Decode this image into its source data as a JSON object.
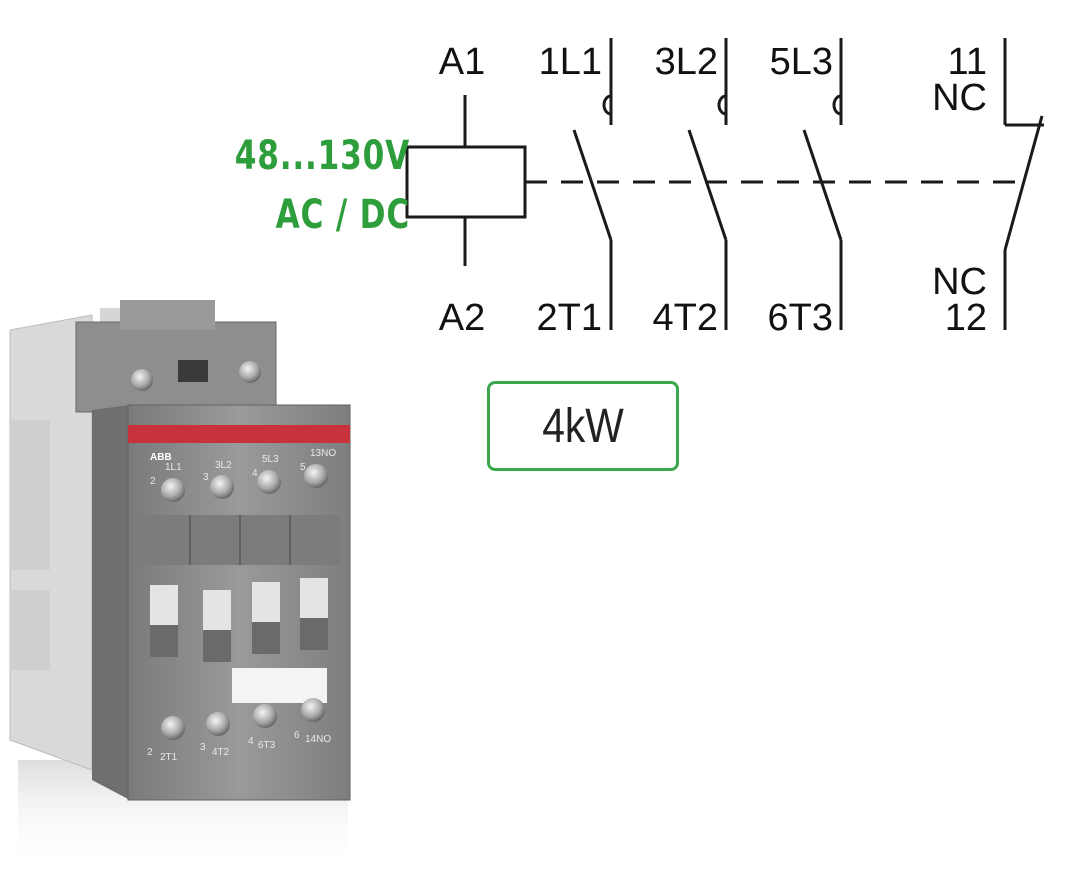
{
  "coil": {
    "top": "A1",
    "bottom": "A2"
  },
  "main_contacts": [
    {
      "top": "1L1",
      "bottom": "2T1"
    },
    {
      "top": "3L2",
      "bottom": "4T2"
    },
    {
      "top": "5L3",
      "bottom": "6T3"
    }
  ],
  "aux_contact": {
    "top_num": "11",
    "top_type": "NC",
    "bottom_type": "NC",
    "bottom_num": "12"
  },
  "rating": {
    "voltage": "48...130V",
    "type": "AC / DC"
  },
  "power": "4kW",
  "device": {
    "brand": "ABB",
    "top_terminals": [
      {
        "num": "2",
        "label": "1L1"
      },
      {
        "num": "3",
        "label": "3L2"
      },
      {
        "num": "4",
        "label": "5L3"
      },
      {
        "num": "5",
        "label": "13NO"
      }
    ],
    "bottom_terminals": [
      {
        "num": "2",
        "label": "2T1"
      },
      {
        "num": "3",
        "label": "4T2"
      },
      {
        "num": "4",
        "label": "6T3"
      },
      {
        "num": "6",
        "label": "14NO"
      }
    ]
  },
  "colors": {
    "rating_green": "#2e9e3c",
    "box_border": "#3aa84a",
    "housing_gray": "#8c8c8c",
    "brand_red": "#c8323c"
  }
}
